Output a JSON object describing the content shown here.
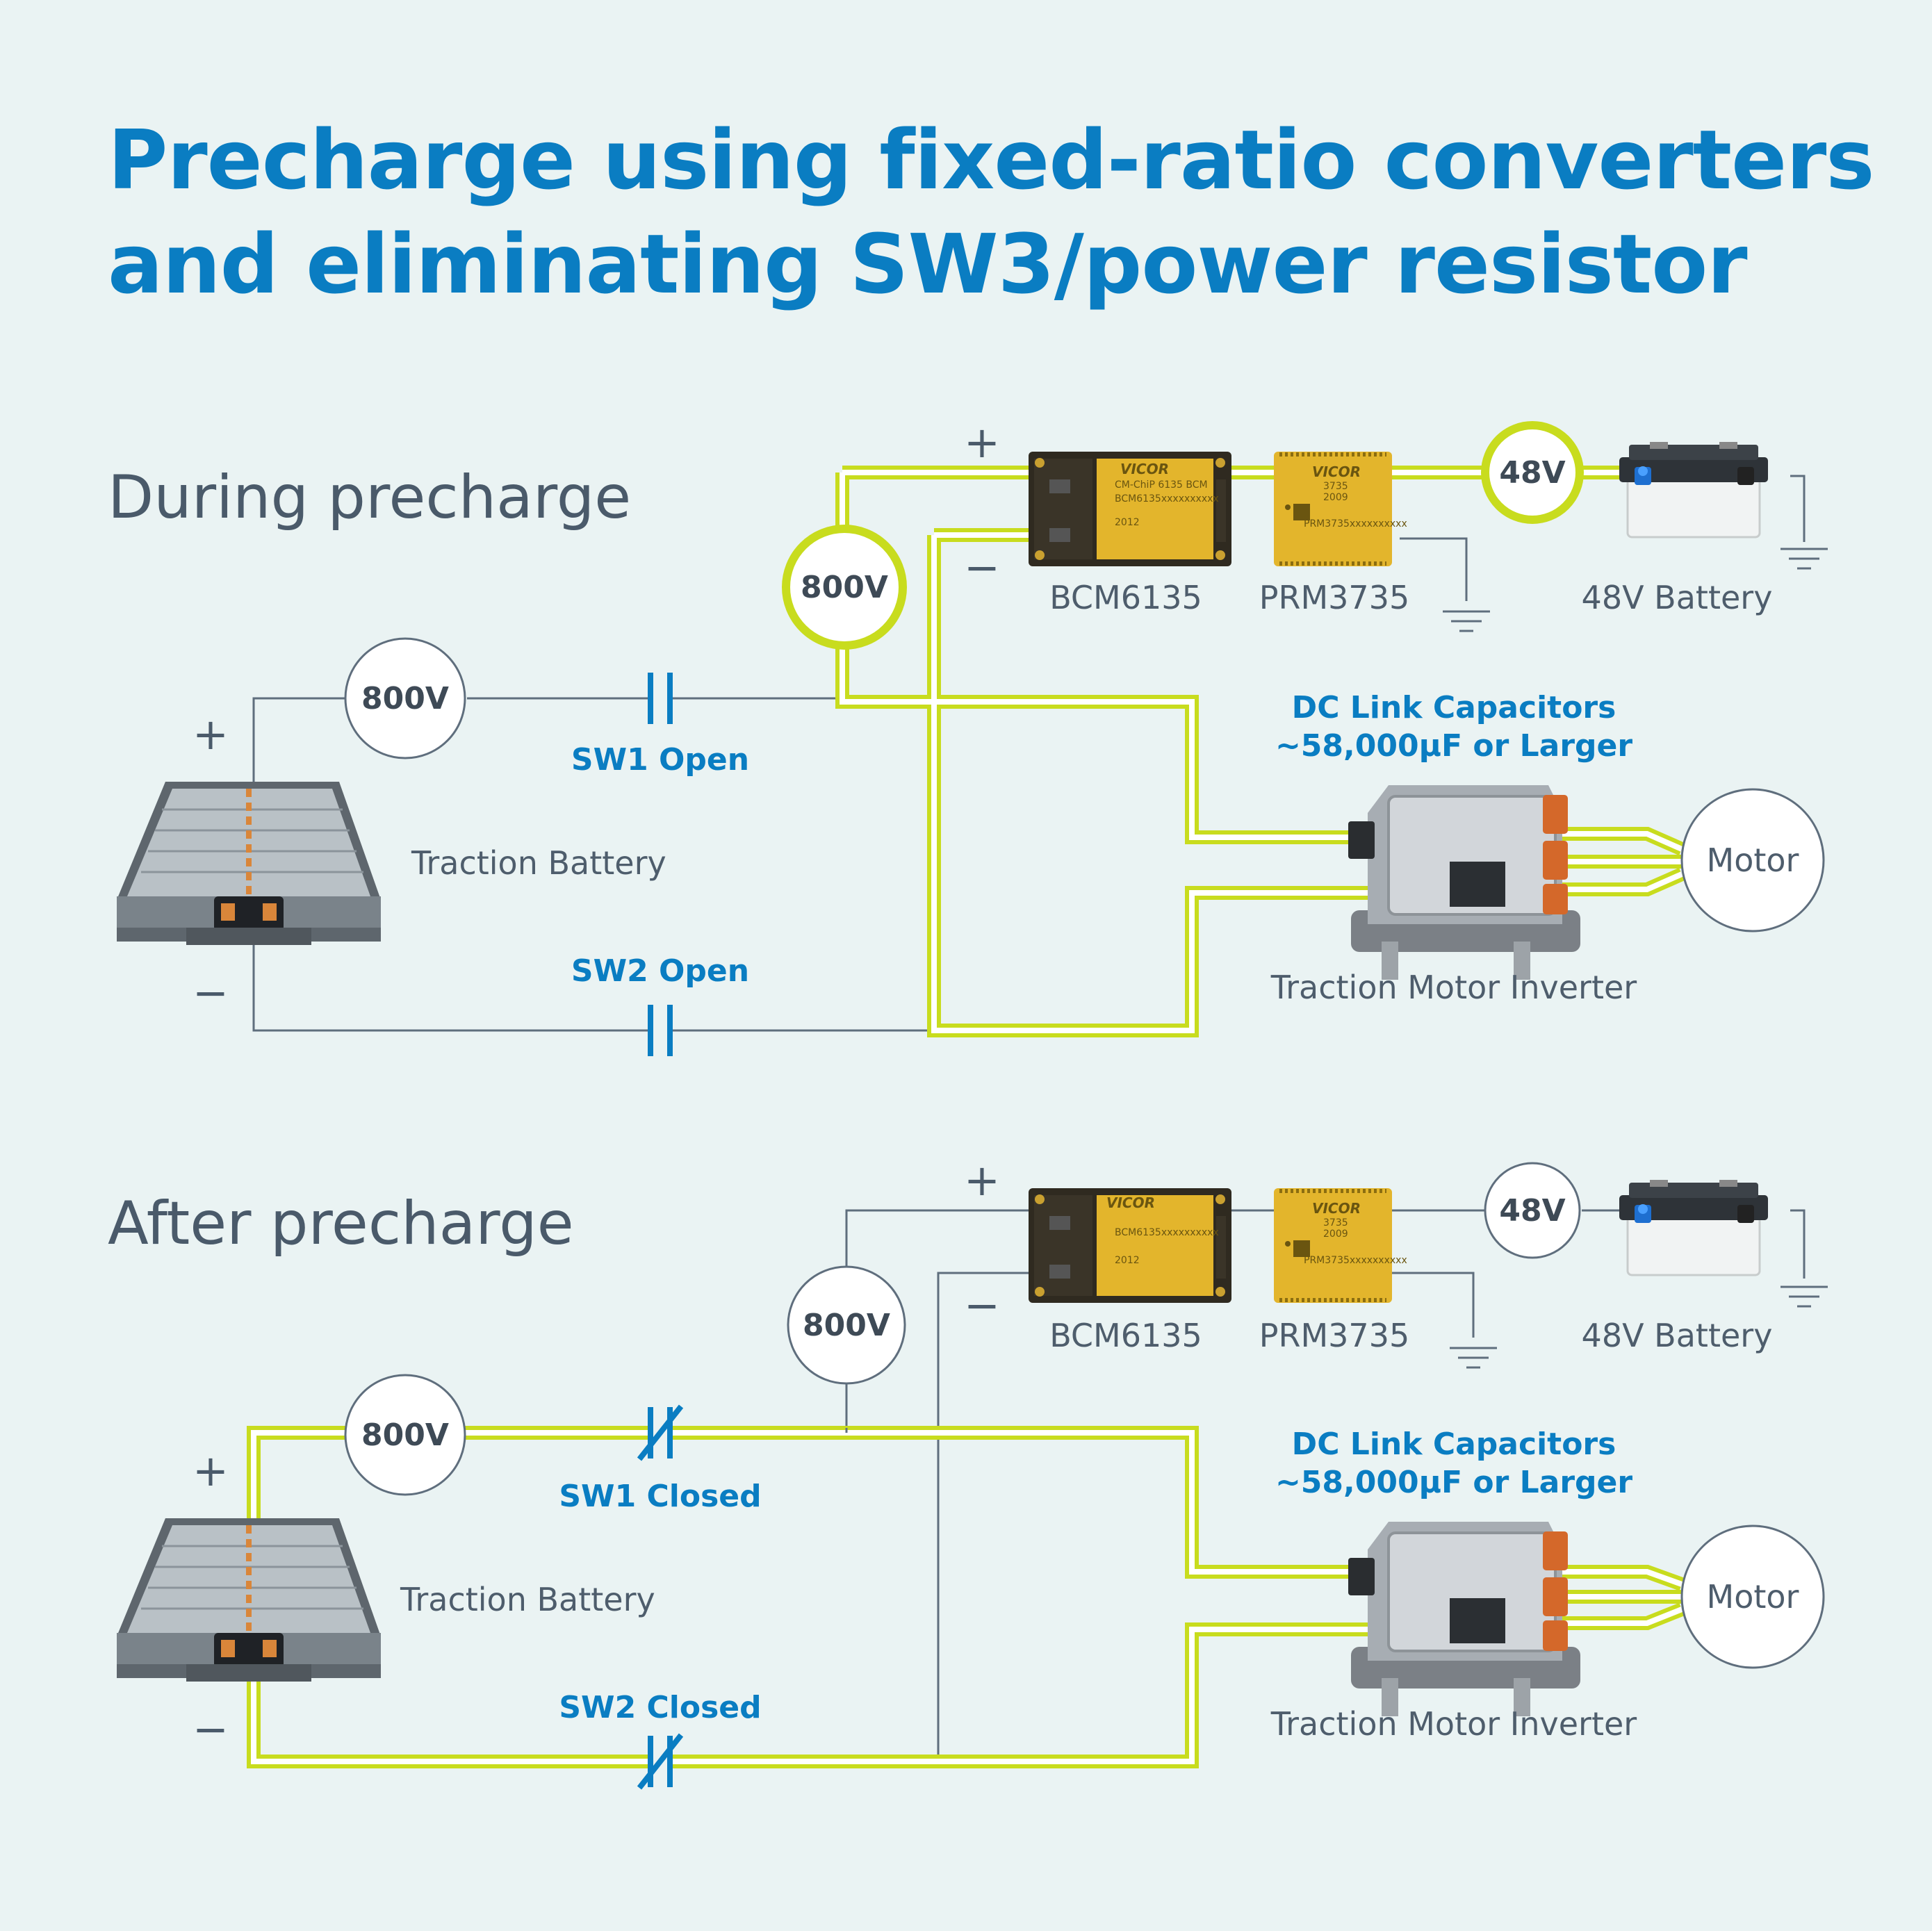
{
  "title": {
    "line1": "Precharge using fixed-ratio converters",
    "line2": "and eliminating SW3/power resistor"
  },
  "sections": [
    {
      "heading": "During precharge",
      "battery_voltage": "800V",
      "bus_voltage": "800V",
      "low_voltage": "48V",
      "sw1": "SW1 Open",
      "sw2": "SW2 Open",
      "plus": "+",
      "minus": "−",
      "converter1": "BCM6135",
      "converter2": "PRM3735",
      "lv_battery": "48V Battery",
      "traction_battery": "Traction Battery",
      "capacitors_line1": "DC Link Capacitors",
      "capacitors_line2": "~58,000µF or Larger",
      "motor": "Motor",
      "inverter": "Traction Motor Inverter"
    },
    {
      "heading": "After precharge",
      "battery_voltage": "800V",
      "bus_voltage": "800V",
      "low_voltage": "48V",
      "sw1": "SW1 Closed",
      "sw2": "SW2 Closed",
      "plus": "+",
      "minus": "−",
      "converter1": "BCM6135",
      "converter2": "PRM3735",
      "lv_battery": "48V Battery",
      "traction_battery": "Traction Battery",
      "capacitors_line1": "DC Link Capacitors",
      "capacitors_line2": "~58,000µF or Larger",
      "motor": "Motor",
      "inverter": "Traction Motor Inverter"
    }
  ],
  "chip_markings": {
    "bcm": {
      "brand": "VICOR",
      "line1": "CM-ChiP   6135   BCM",
      "line2": "BCM6135xxxxxxxxxx",
      "line3": "2012"
    },
    "prm": {
      "brand": "VICOR",
      "line1": "3735",
      "line2": "2009",
      "line3": "PRM3735xxxxxxxxxx"
    }
  },
  "colors": {
    "active_wire": "#c8dc1e",
    "wire": "#5f6e7d",
    "accent_blue": "#0a7dc2",
    "chip_gold": "#e3b52c",
    "background": "#eaf3f3"
  }
}
